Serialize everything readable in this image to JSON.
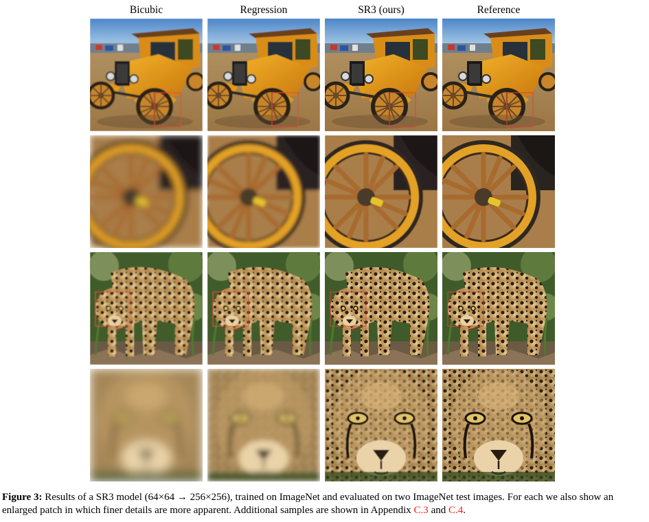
{
  "columns": [
    "Bicubic",
    "Regression",
    "SR3 (ours)",
    "Reference"
  ],
  "rows": [
    "car",
    "car-wheel-zoom",
    "leopard",
    "leopard-face-zoom"
  ],
  "caption": {
    "label": "Figure 3:",
    "text1": " Results of a SR3 model (64×64 → 256×256), trained on ImageNet and evaluated on two ImageNet test images. For each we also show an enlarged patch in which finer details are more apparent. Additional samples are shown in Appendix ",
    "ref1": "C.3",
    "text2": " and ",
    "ref2": "C.4",
    "text3": "."
  },
  "colors": {
    "reference_link": "#e8211b"
  }
}
